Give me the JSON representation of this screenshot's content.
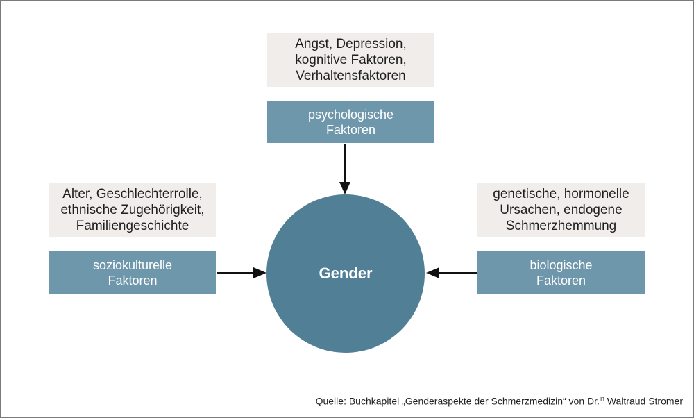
{
  "diagram": {
    "psychological": {
      "examples": "Angst, Depression,\nkognitive Faktoren,\nVerhaltensfaktoren",
      "label": "psychologische\nFaktoren"
    },
    "sociocultural": {
      "examples": "Alter, Geschlechterrolle,\nethnische Zugehörigkeit,\nFamiliengeschichte",
      "label": "soziokulturelle\nFaktoren"
    },
    "biological": {
      "examples": "genetische, hormonelle\nUrsachen, endogene\nSchmerzhemmung",
      "label": "biologische\nFaktoren"
    },
    "center": "Gender"
  },
  "source": {
    "prefix": "Quelle: Buchkapitel „Genderaspekte der Schmerzmedizin“ von Dr.",
    "superscript": "in",
    "suffix": " Waltraud Stromer"
  },
  "colors": {
    "note_bg": "#f0edea",
    "category_bg": "#6e97ab",
    "center_bg": "#517f96",
    "arrow": "#111111"
  }
}
